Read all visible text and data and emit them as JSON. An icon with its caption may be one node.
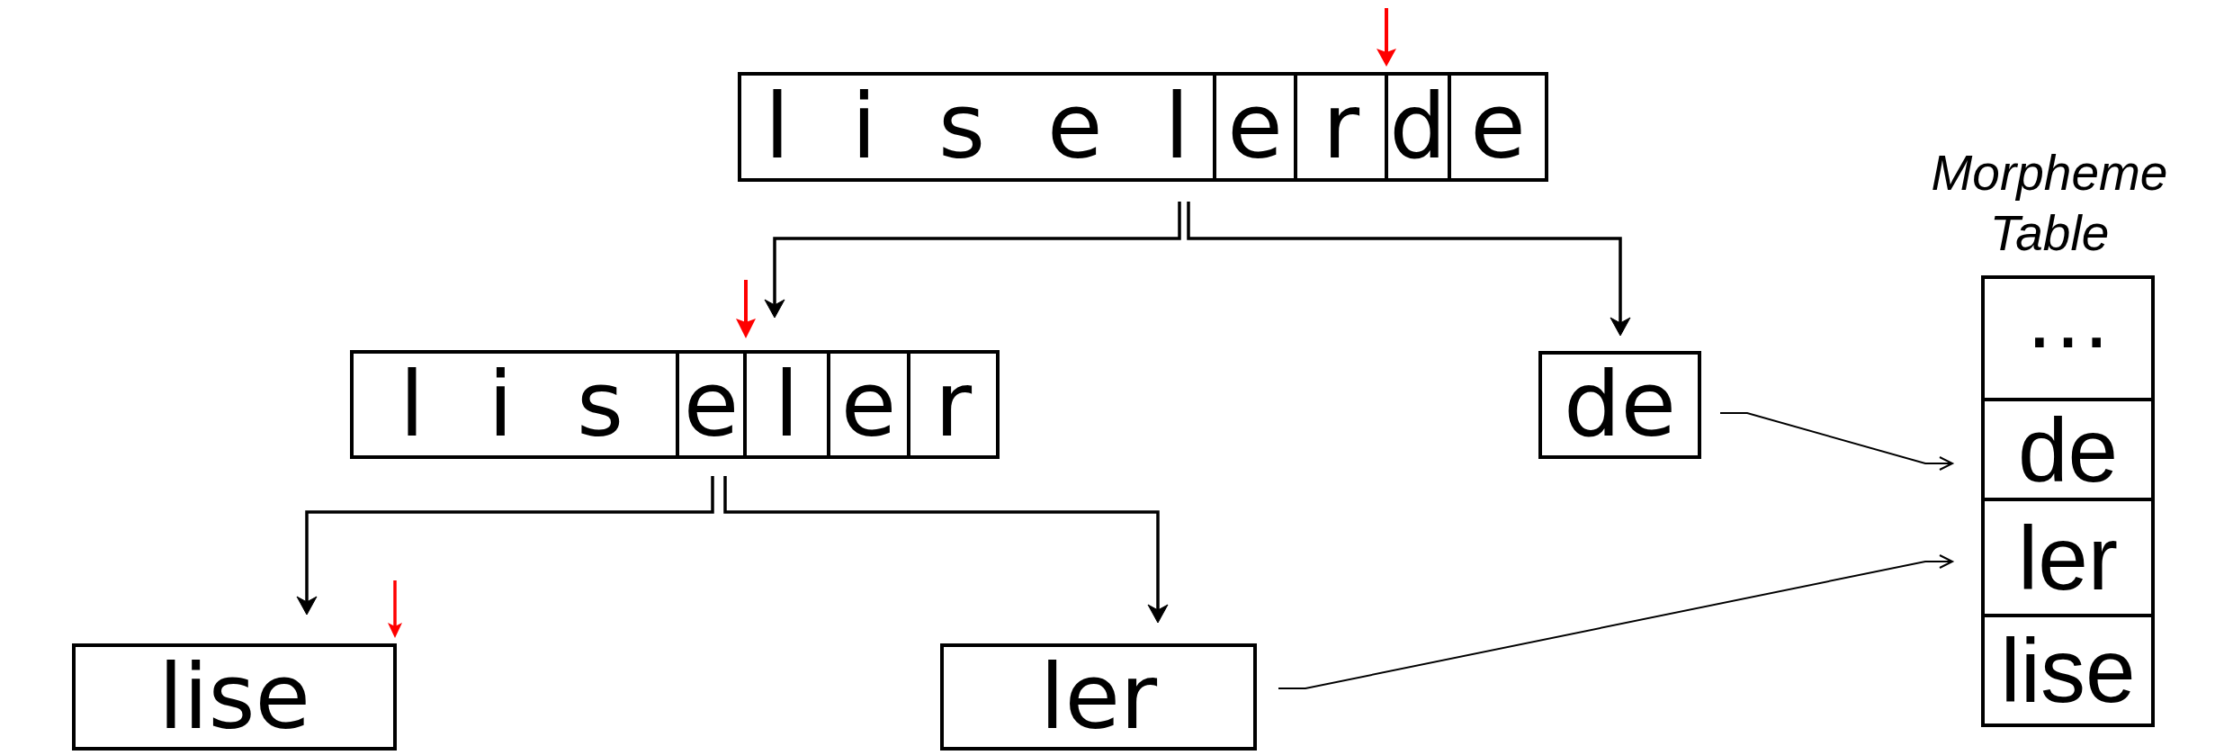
{
  "diagram": {
    "nodes": [
      {
        "text": [
          "l i s e l",
          "e",
          "r",
          "d",
          "e"
        ]
      },
      {
        "text": [
          "l i s",
          "e",
          "l",
          "e",
          "r"
        ]
      },
      {
        "text": [
          "de"
        ]
      },
      {
        "text": [
          "Morpheme Table"
        ]
      },
      {
        "text": [
          "…"
        ],
        "in": 3
      },
      {
        "text": [
          "de"
        ],
        "in": 3
      },
      {
        "text": [
          "ler"
        ],
        "in": 3
      },
      {
        "text": [
          "lise"
        ],
        "in": 3
      },
      {
        "text": [
          "lise"
        ]
      },
      {
        "text": [
          "ler"
        ]
      }
    ],
    "edges": [
      {
        "from": 0,
        "to": 1,
        "arrow": "to"
      },
      {
        "from": 0,
        "to": 2,
        "arrow": "to"
      },
      {
        "from": 1,
        "to": 8,
        "arrow": "to"
      },
      {
        "from": 1,
        "to": 9,
        "arrow": "to"
      },
      {
        "from": 2,
        "to": 5,
        "arrow": "to"
      },
      {
        "from": 9,
        "to": 6,
        "arrow": "to"
      }
    ]
  }
}
